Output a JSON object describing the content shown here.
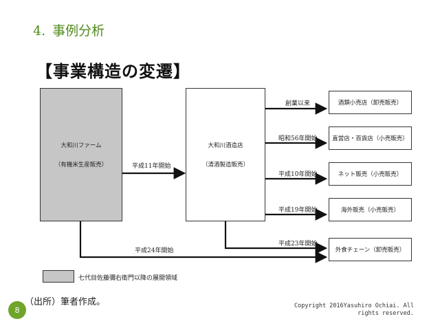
{
  "heading": {
    "number": "4.",
    "title": "事例分析"
  },
  "section_title": "【事業構造の変遷】",
  "nodes": {
    "farm": {
      "line1": "大和川ファーム",
      "line2": "（有機米生産販売）"
    },
    "brewery": {
      "line1": "大和川酒造店",
      "line2": "（清酒製造販売）"
    },
    "liquor_retail": "酒類小売店（卸売販売）",
    "direct_store": "直営店・百貨店（小売販売）",
    "net_sales": "ネット販売（小売販売）",
    "overseas": "海外販売（小売販売）",
    "restaurant_chain": "外食チェーン（卸売販売）"
  },
  "edges": {
    "farm_to_brewery": "平成11年開始",
    "to_liquor_retail": "創業以来",
    "to_direct_store": "昭和56年開始",
    "to_net_sales": "平成10年開始",
    "to_overseas": "平成19年開始",
    "brewery_to_restaurant": "平成23年開始",
    "farm_to_restaurant": "平成24年開始"
  },
  "legend": {
    "label": "七代目佐藤彌右衛門以降の展開領域",
    "color": "#c6c6c6"
  },
  "source": "（出所）筆者作成。",
  "copyright": {
    "line1": "Copyright 2016Yasuhiro Ochiai. All",
    "line2": "rights reserved."
  },
  "page_number": "8",
  "colors": {
    "accent": "#4f8a1a",
    "badge": "#6fa52a"
  }
}
